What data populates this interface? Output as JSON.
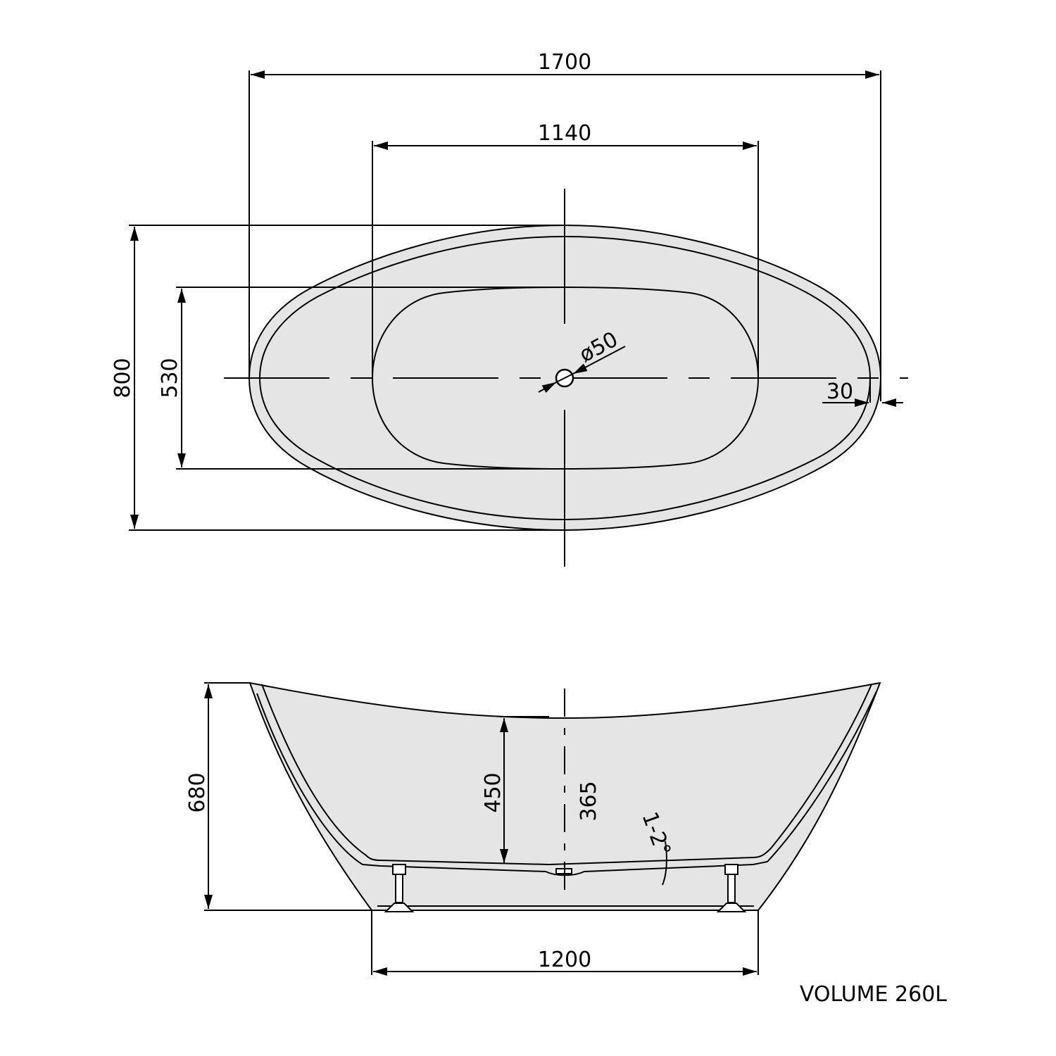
{
  "top_view": {
    "overall_length": "1700",
    "inner_length": "1140",
    "overall_width": "800",
    "inner_width": "530",
    "drain_diameter": "ø50",
    "rim_thickness": "30"
  },
  "side_view": {
    "overall_height": "680",
    "inner_depth": "450",
    "water_depth": "365",
    "floor_slope": "1-2°",
    "base_length": "1200"
  },
  "volume_label": "VOLUME 260L",
  "colors": {
    "fill": "#e5e5e5",
    "line": "#000000"
  }
}
